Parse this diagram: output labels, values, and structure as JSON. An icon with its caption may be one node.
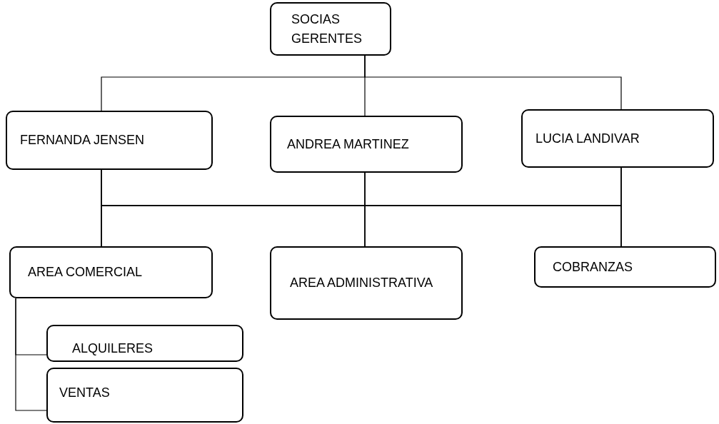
{
  "diagram": {
    "nodes": [
      {
        "text": [
          "SOCIAS GERENTES"
        ]
      },
      {
        "text": [
          "FERNANDA JENSEN"
        ]
      },
      {
        "text": [
          "ANDREA MARTINEZ"
        ]
      },
      {
        "text": [
          "LUCIA LANDIVAR"
        ]
      },
      {
        "text": [
          "AREA COMERCIAL"
        ]
      },
      {
        "text": [
          "AREA ADMINISTRATIVA"
        ]
      },
      {
        "text": [
          "COBRANZAS"
        ]
      },
      {
        "text": [
          "ALQUILERES"
        ]
      },
      {
        "text": [
          "VENTAS"
        ]
      }
    ],
    "edges": [
      {
        "from": 0,
        "to": 1,
        "arrow": "none"
      },
      {
        "from": 0,
        "to": 2,
        "arrow": "none"
      },
      {
        "from": 0,
        "to": 3,
        "arrow": "none"
      },
      {
        "from": 1,
        "to": 4,
        "arrow": "none"
      },
      {
        "from": 1,
        "to": 5,
        "arrow": "none"
      },
      {
        "from": 1,
        "to": 6,
        "arrow": "none"
      },
      {
        "from": 2,
        "to": 4,
        "arrow": "none"
      },
      {
        "from": 2,
        "to": 5,
        "arrow": "none"
      },
      {
        "from": 2,
        "to": 6,
        "arrow": "none"
      },
      {
        "from": 3,
        "to": 4,
        "arrow": "none"
      },
      {
        "from": 3,
        "to": 5,
        "arrow": "none"
      },
      {
        "from": 3,
        "to": 6,
        "arrow": "none"
      },
      {
        "from": 4,
        "to": 7,
        "arrow": "none"
      },
      {
        "from": 4,
        "to": 8,
        "arrow": "none"
      }
    ]
  }
}
